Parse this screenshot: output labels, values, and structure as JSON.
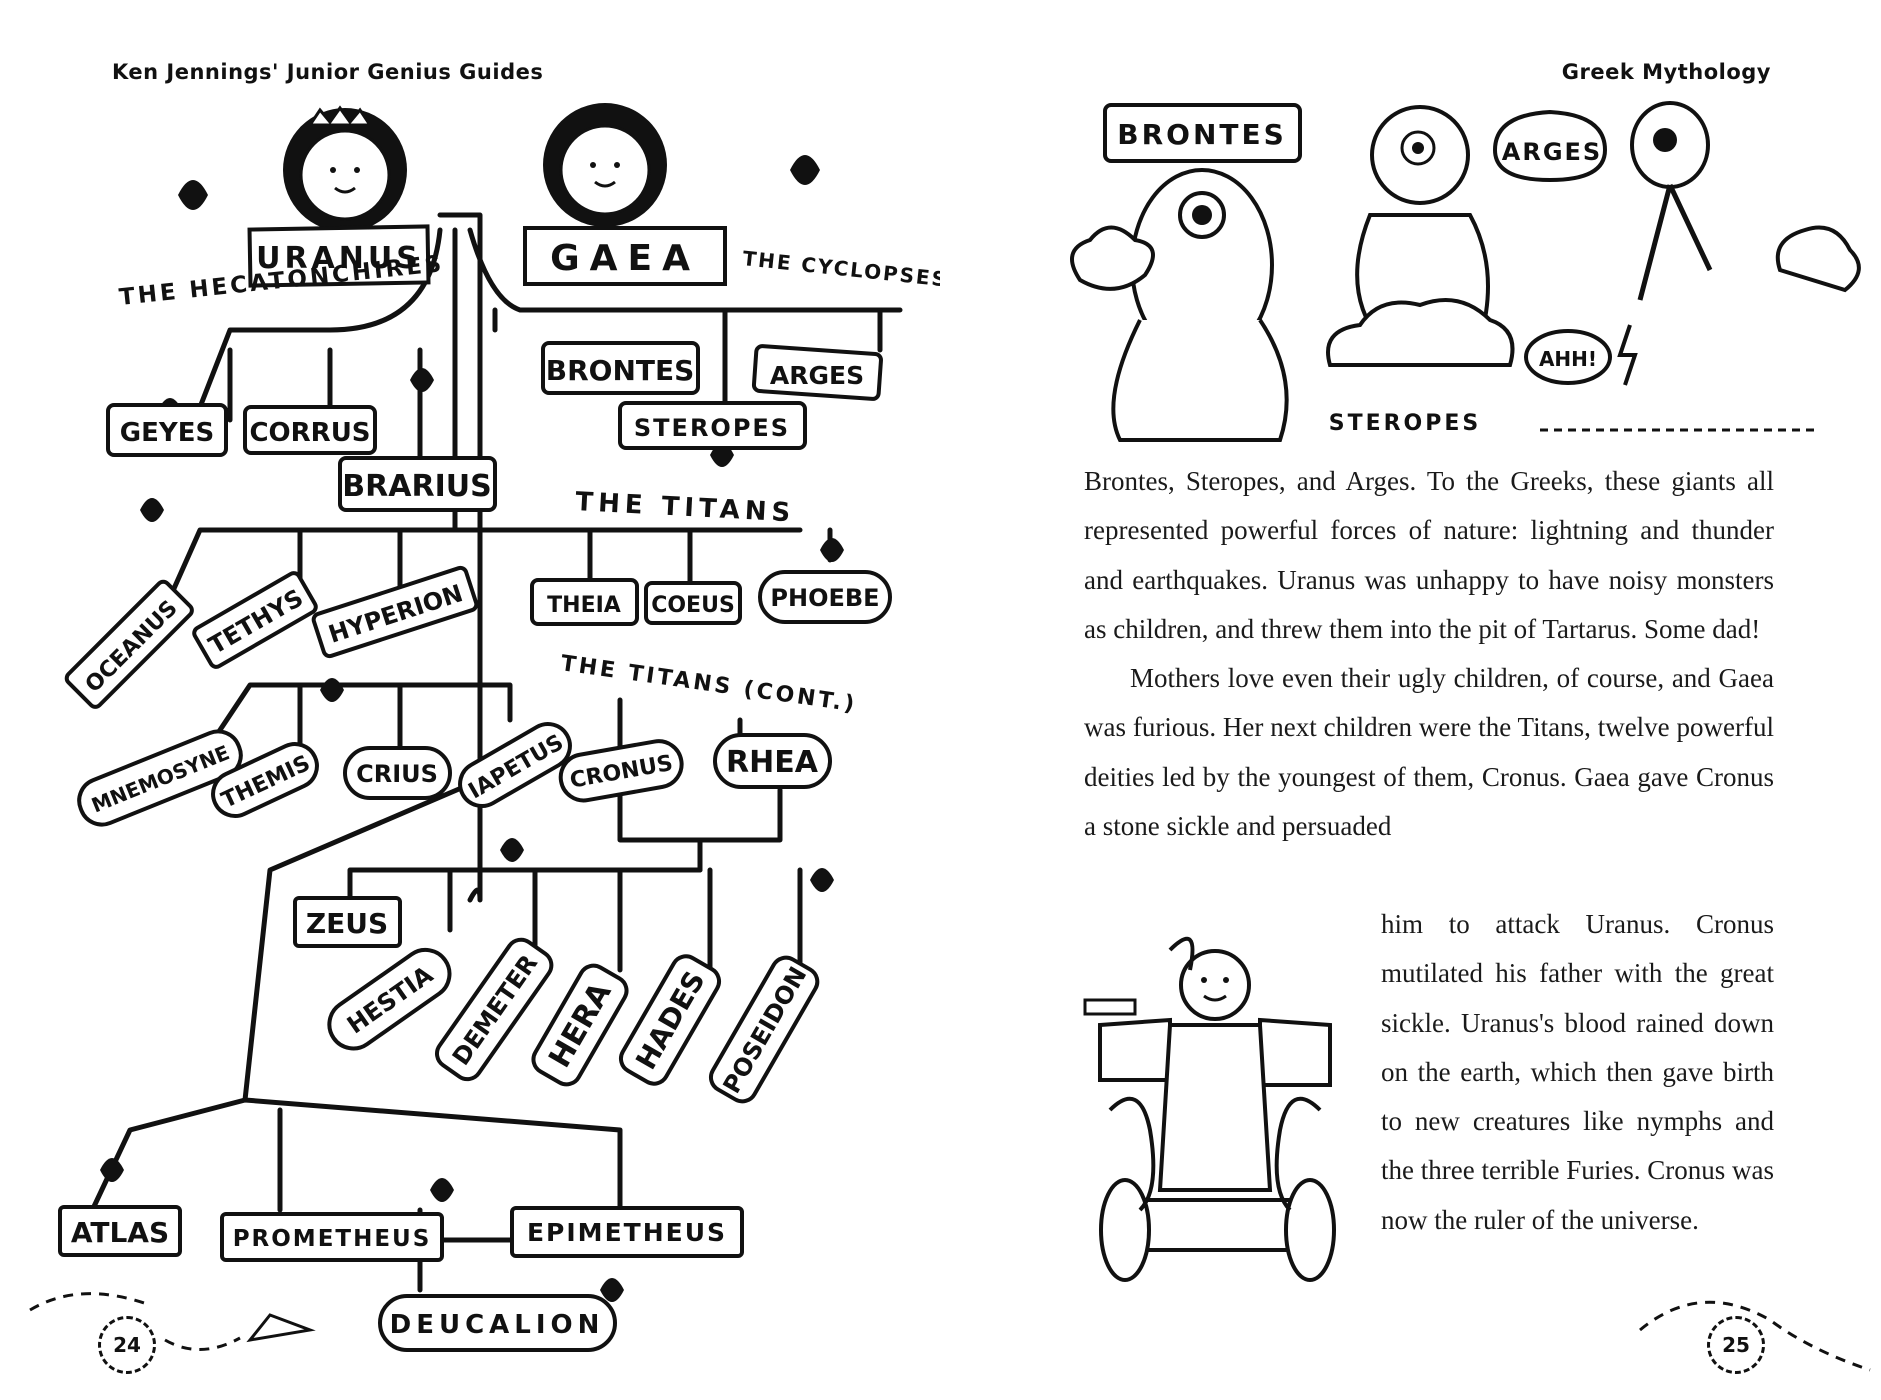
{
  "header": {
    "left_title": "Ken Jennings' Junior Genius Guides",
    "right_title": "Greek Mythology"
  },
  "page_numbers": {
    "left": "24",
    "right": "25"
  },
  "tree": {
    "parents": {
      "uranus": "URANUS",
      "gaea": "GAEA"
    },
    "groups": {
      "hecatonchires": "THE HECATONCHIRES",
      "cyclopses": "THE CYCLOPSES",
      "titans": "THE TITANS",
      "titans_cont": "THE TITANS (CONT.)"
    },
    "hecatonchires": [
      "GEYES",
      "CORRUS",
      "BRARIUS"
    ],
    "cyclopses": [
      "BRONTES",
      "ARGES",
      "STEROPES"
    ],
    "titans": [
      "OCEANUS",
      "TETHYS",
      "HYPERION",
      "THEIA",
      "COEUS",
      "PHOEBE"
    ],
    "titans_cont": [
      "MNEMOSYNE",
      "THEMIS",
      "CRIUS",
      "IAPETUS",
      "CRONUS",
      "RHEA"
    ],
    "children_of_cronus": [
      "ZEUS",
      "HESTIA",
      "DEMETER",
      "HERA",
      "HADES",
      "POSEIDON"
    ],
    "children_of_iapetus": [
      "ATLAS",
      "PROMETHEUS",
      "EPIMETHEUS"
    ],
    "grandchild": "DEUCALION"
  },
  "illustration_top": {
    "labels": [
      "BRONTES",
      "STEROPES",
      "ARGES",
      "AHH!"
    ]
  },
  "body": {
    "p1": "Brontes, Steropes, and Arges. To the Greeks, these giants all represented powerful forces of nature: lightning and thunder and earthquakes. Uranus was unhappy to have noisy monsters as children, and threw them into the pit of Tartarus. Some dad!",
    "p2a": "Mothers love even their ugly children, of course, and Gaea was furious. Her next children were the Titans, twelve powerful deities led by the youngest of them, Cronus. Gaea gave Cronus a stone sickle and persuaded",
    "p2b": "him to attack Uranus. Cronus mutilated his father with the great sickle. Uranus's blood rained down on the earth, which then gave birth to new creatures like nymphs and the three terrible Furies. Cronus was now the ruler of the universe."
  }
}
